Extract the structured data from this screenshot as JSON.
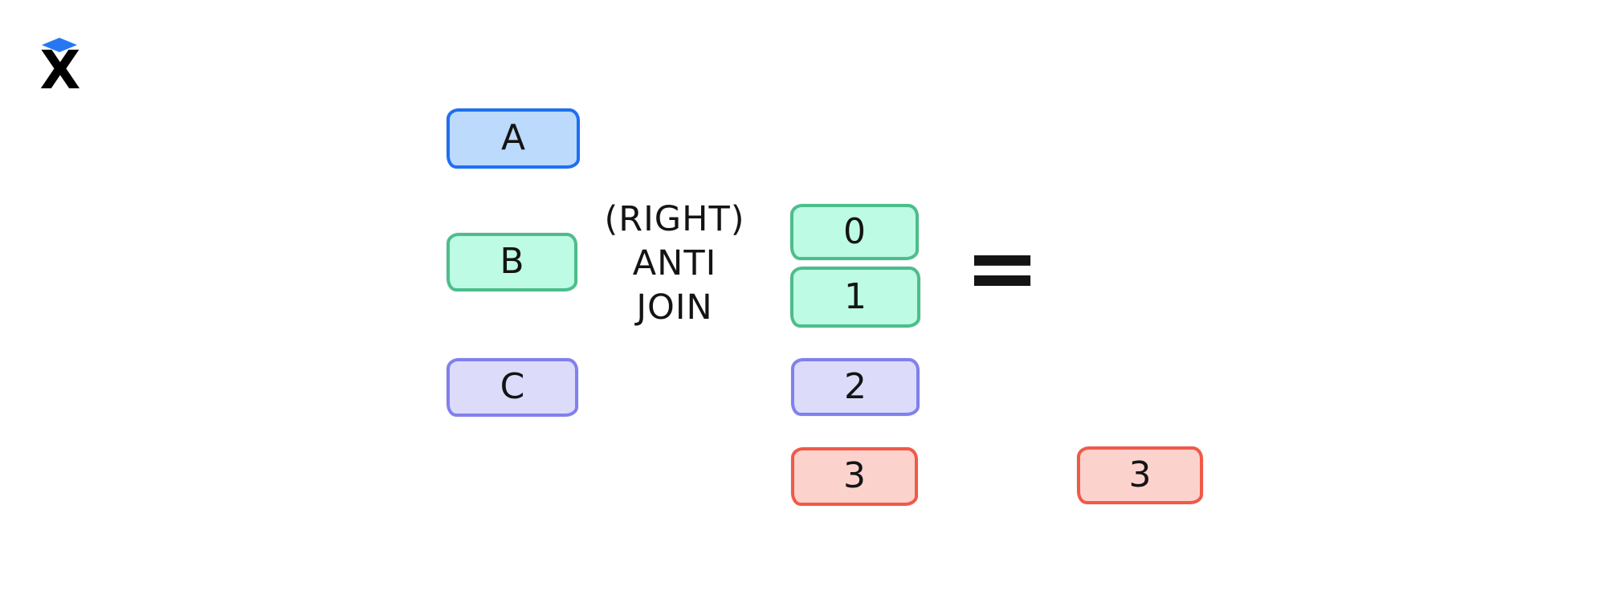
{
  "logo": {
    "letter": "X",
    "diamond_color": "#2777f2",
    "letter_color": "#000000"
  },
  "diagram": {
    "operation": {
      "lines": [
        "(RIGHT)",
        "ANTI",
        "JOIN"
      ]
    },
    "equals_symbol": "=",
    "left_table": {
      "rows": [
        {
          "label": "A",
          "color": "blue"
        },
        {
          "label": "B",
          "color": "green"
        },
        {
          "label": "C",
          "color": "purple"
        }
      ]
    },
    "right_table": {
      "rows": [
        {
          "label": "0",
          "color": "green"
        },
        {
          "label": "1",
          "color": "green"
        },
        {
          "label": "2",
          "color": "purple"
        },
        {
          "label": "3",
          "color": "red"
        }
      ]
    },
    "result_table": {
      "rows": [
        {
          "label": "3",
          "color": "red"
        }
      ]
    },
    "palette": {
      "blue": {
        "stroke": "#1f6ff2",
        "fill": "#bcdafb"
      },
      "green": {
        "stroke": "#4dbd8c",
        "fill": "#bdfbe4"
      },
      "purple": {
        "stroke": "#8080ee",
        "fill": "#dcdcfa"
      },
      "red": {
        "stroke": "#f15947",
        "fill": "#fcd2cd"
      }
    },
    "text_color": "#141414",
    "background_color": "#ffffff"
  }
}
